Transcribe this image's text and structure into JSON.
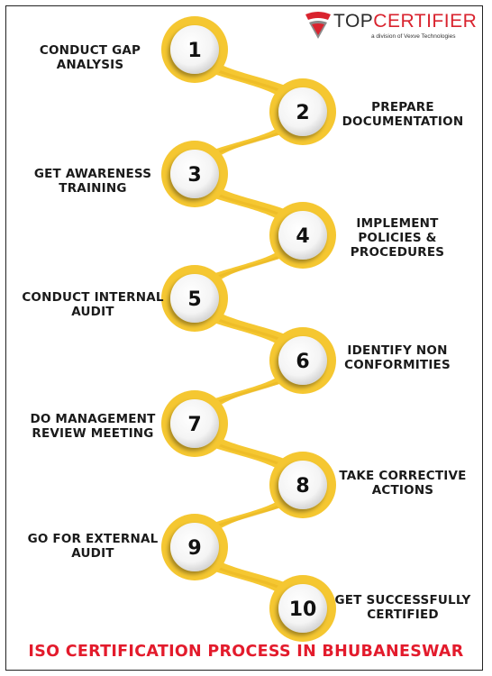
{
  "brand": {
    "name_part1": "TOP",
    "name_part2": "CERTIFIER",
    "tagline": "a division of Vexve Technologies"
  },
  "steps": [
    {
      "number": "1",
      "lines": [
        "CONDUCT GAP",
        "ANALYSIS"
      ]
    },
    {
      "number": "2",
      "lines": [
        "PREPARE",
        "DOCUMENTATION"
      ]
    },
    {
      "number": "3",
      "lines": [
        "GET AWARENESS",
        "TRAINING"
      ]
    },
    {
      "number": "4",
      "lines": [
        "IMPLEMENT",
        "POLICIES &",
        "PROCEDURES"
      ]
    },
    {
      "number": "5",
      "lines": [
        "CONDUCT INTERNAL",
        "AUDIT"
      ]
    },
    {
      "number": "6",
      "lines": [
        "IDENTIFY NON",
        "CONFORMITIES"
      ]
    },
    {
      "number": "7",
      "lines": [
        "DO MANAGEMENT",
        "REVIEW MEETING"
      ]
    },
    {
      "number": "8",
      "lines": [
        "TAKE CORRECTIVE",
        "ACTIONS"
      ]
    },
    {
      "number": "9",
      "lines": [
        "GO FOR EXTERNAL",
        "AUDIT"
      ]
    },
    {
      "number": "10",
      "lines": [
        "GET SUCCESSFULLY",
        "CERTIFIED"
      ]
    }
  ],
  "footer_title": "ISO CERTIFICATION PROCESS IN BHUBANESWAR",
  "colors": {
    "chain_yellow": "#f5c731",
    "chain_yellow_dark": "#e8b320",
    "title_red": "#e31b2c",
    "logo_red": "#d9232e"
  }
}
